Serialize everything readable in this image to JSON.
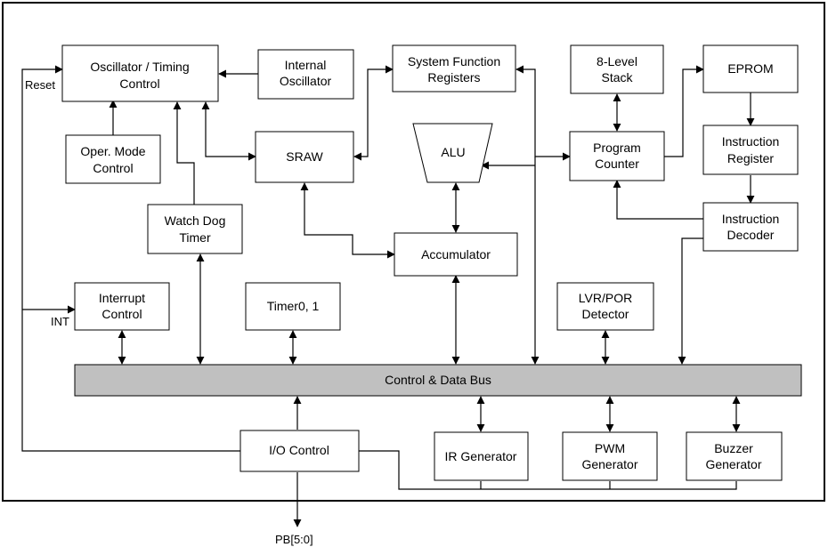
{
  "blocks": {
    "osc_timing": [
      "Oscillator / Timing",
      "Control"
    ],
    "internal_osc": [
      "Internal",
      "Oscillator"
    ],
    "sys_func_regs": [
      "System Function",
      "Registers"
    ],
    "stack": [
      "8-Level",
      "Stack"
    ],
    "eprom": [
      "EPROM"
    ],
    "oper_mode": [
      "Oper. Mode",
      "Control"
    ],
    "sraw": [
      "SRAW"
    ],
    "alu": [
      "ALU"
    ],
    "program_counter": [
      "Program",
      "Counter"
    ],
    "instruction_register": [
      "Instruction",
      "Register"
    ],
    "watchdog": [
      "Watch Dog",
      "Timer"
    ],
    "accumulator": [
      "Accumulator"
    ],
    "instruction_decoder": [
      "Instruction",
      "Decoder"
    ],
    "interrupt": [
      "Interrupt",
      "Control"
    ],
    "timer": [
      "Timer0, 1"
    ],
    "lvr_por": [
      "LVR/POR",
      "Detector"
    ],
    "bus": [
      "Control & Data Bus"
    ],
    "io_control": [
      "I/O Control"
    ],
    "ir_generator": [
      "IR Generator"
    ],
    "pwm": [
      "PWM",
      "Generator"
    ],
    "buzzer": [
      "Buzzer",
      "Generator"
    ]
  },
  "pins": {
    "reset": "Reset",
    "int": "INT",
    "pb": "PB[5:0]"
  }
}
